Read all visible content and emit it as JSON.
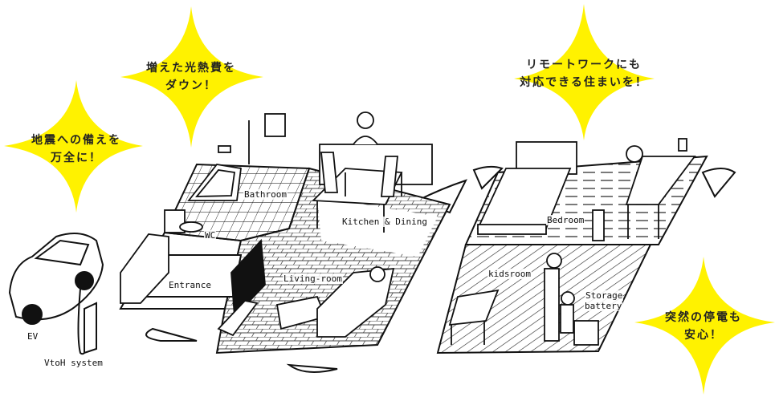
{
  "callouts": [
    {
      "line1": "地震への備えを",
      "line2": "万全に！"
    },
    {
      "line1": "増えた光熱費を",
      "line2": "ダウン！"
    },
    {
      "line1": "リモートワークにも",
      "line2": "対応できる住まいを！"
    },
    {
      "line1": "突然の停電も",
      "line2": "安心！"
    }
  ],
  "rooms": {
    "bathroom": "Bathroom",
    "kitchen": "Kitchen & Dining",
    "wc": "WC",
    "entrance": "Entrance",
    "living": "Living-room",
    "bedroom": "Bedroom",
    "kidsroom": "kidsroom",
    "storage1": "Storage",
    "storage2": "battery",
    "ev": "EV",
    "v2h": "VtoH system"
  },
  "colors": {
    "star": "#FFF200",
    "ink": "#111111"
  }
}
